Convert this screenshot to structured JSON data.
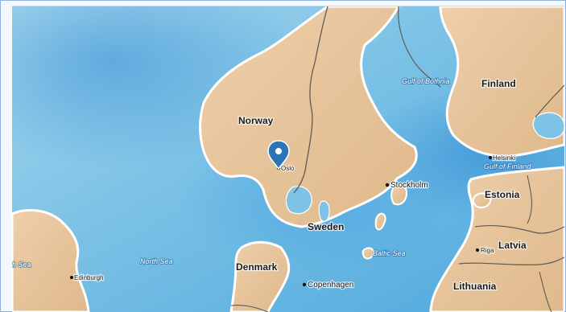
{
  "map": {
    "countries": [
      {
        "key": "norway",
        "label": "Norway"
      },
      {
        "key": "finland",
        "label": "Finland"
      },
      {
        "key": "estonia",
        "label": "Estonia"
      },
      {
        "key": "sweden",
        "label": "Sweden"
      },
      {
        "key": "latvia",
        "label": "Latvia"
      },
      {
        "key": "denmark",
        "label": "Denmark"
      },
      {
        "key": "lithuania",
        "label": "Lithuania"
      }
    ],
    "cities": [
      {
        "key": "oslo",
        "label": "Oslo"
      },
      {
        "key": "stockholm",
        "label": "Stockholm"
      },
      {
        "key": "helsinki",
        "label": "Helsinki"
      },
      {
        "key": "riga",
        "label": "Riga"
      },
      {
        "key": "copenhagen",
        "label": "Copenhagen"
      },
      {
        "key": "edinburgh",
        "label": "Edinburgh"
      }
    ],
    "water_bodies": [
      {
        "key": "gulf-of-bothnia",
        "label": "Gulf of Bothnia"
      },
      {
        "key": "gulf-of-finland",
        "label": "Gulf of Finland"
      },
      {
        "key": "baltic-sea",
        "label": "Baltic Sea"
      },
      {
        "key": "north-sea",
        "label": "North Sea"
      },
      {
        "key": "partial-sea",
        "label": "h Sea"
      }
    ],
    "marker": {
      "location": "Oslo",
      "color": "#2b74b8"
    },
    "colors": {
      "water": "#7ec3e6",
      "land": "#e6c39a",
      "border": "#5e5b57"
    }
  }
}
